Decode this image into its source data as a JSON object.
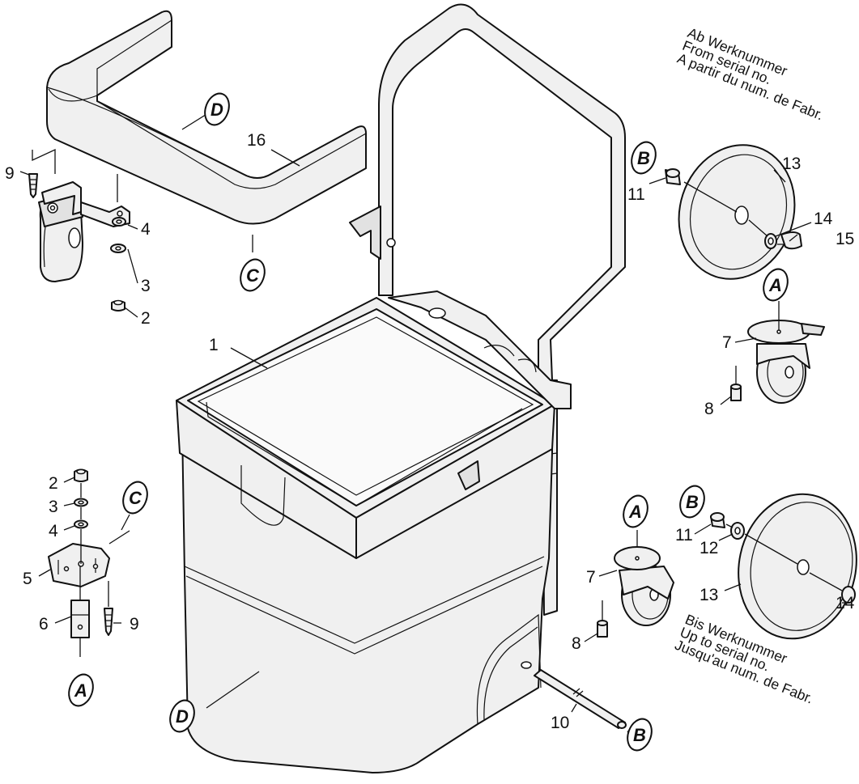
{
  "notes": {
    "from_serial": [
      "Ab Werknummer",
      "From serial no.",
      "A partir du num. de Fabr."
    ],
    "up_to_serial": [
      "Bis Werknummer",
      "Up to serial no.",
      "Jusqu'au num. de Fabr."
    ]
  },
  "callouts": {
    "a": "A",
    "b": "B",
    "c": "C",
    "d": "D"
  },
  "parts": {
    "p1": "1",
    "p2": "2",
    "p3": "3",
    "p4": "4",
    "p5": "5",
    "p6": "6",
    "p7": "7",
    "p8": "8",
    "p9": "9",
    "p10": "10",
    "p11": "11",
    "p12": "12",
    "p13": "13",
    "p14": "14",
    "p15": "15",
    "p16": "16"
  },
  "colors": {
    "line": "#111111",
    "fill": "#f0f0f0",
    "background": "#ffffff"
  }
}
